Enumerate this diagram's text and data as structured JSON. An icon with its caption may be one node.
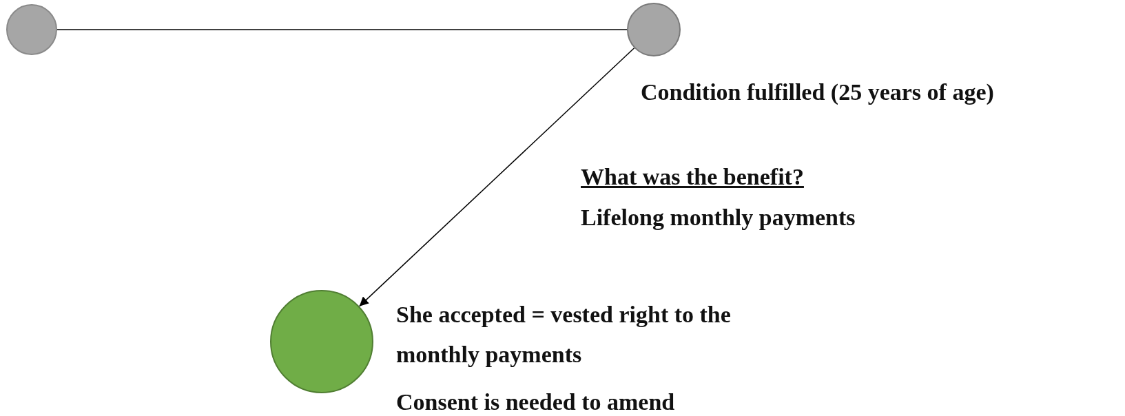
{
  "diagram": {
    "nodes": [
      {
        "text": [],
        "shape": "circle"
      },
      {
        "text": [],
        "shape": "circle",
        "beside": [
          "Condition fulfilled (25 years of age)"
        ]
      },
      {
        "text": [],
        "shape": "circle",
        "beside": [
          "She accepted = vested right to the monthly payments",
          "Consent is needed to amend"
        ]
      }
    ],
    "edges": [
      {
        "from": 0,
        "to": 1,
        "arrow": "none"
      },
      {
        "from": 1,
        "to": 2,
        "arrow": "to"
      }
    ],
    "labels": [
      "What was the benefit?",
      "Lifelong monthly payments"
    ]
  }
}
